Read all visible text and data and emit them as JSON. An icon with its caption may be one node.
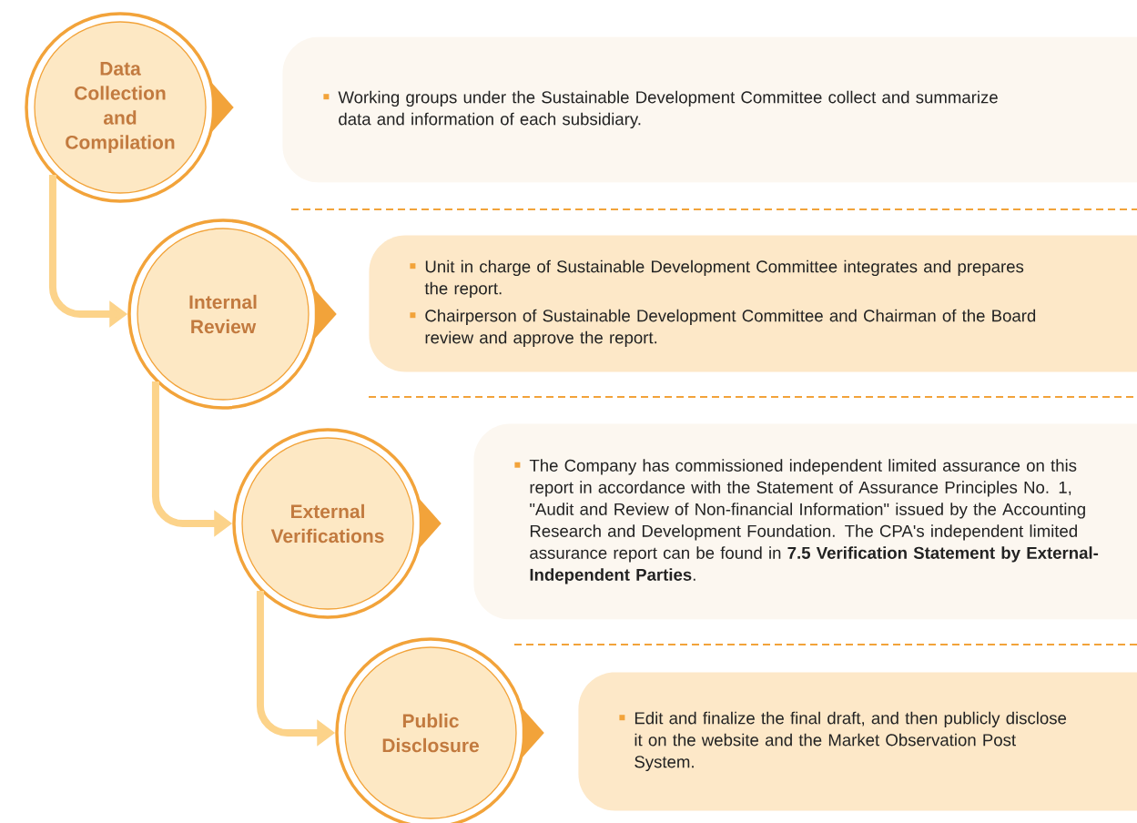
{
  "diagram": {
    "nodes": [
      {
        "text": [
          "Data Collection and Compilation"
        ]
      },
      {
        "text": [
          "Working groups under the Sustainable Development Committee collect and summarize data and information of each subsidiary."
        ]
      },
      {
        "text": [
          "Internal Review"
        ]
      },
      {
        "text": [
          "Unit in charge of Sustainable Development Committee integrates and prepares the report.",
          "Chairperson of Sustainable Development Committee and Chairman of the Board review and approve the report."
        ]
      },
      {
        "text": [
          "External Verifications"
        ]
      },
      {
        "text": [
          "The Company has commissioned independent limited assurance on this report in accordance with the Statement of Assurance Principles No. 1, \"Audit and Review of Non-financial Information\" issued by the Accounting Research and Development Foundation. The CPA's independent limited assurance report can be found in **7.5 Verification Statement by External-Independent Parties**."
        ]
      },
      {
        "text": [
          "Public Disclosure"
        ]
      },
      {
        "text": [
          "Edit and finalize the final draft, and then publicly disclose it on the website and the Market Observation Post System."
        ]
      }
    ],
    "edges": [
      {
        "from": 0,
        "to": 1,
        "arrow": "to"
      },
      {
        "from": 0,
        "to": 2,
        "arrow": "to",
        "color": "#fcd38a"
      },
      {
        "from": 2,
        "to": 3,
        "arrow": "to"
      },
      {
        "from": 2,
        "to": 4,
        "arrow": "to",
        "color": "#fcd38a"
      },
      {
        "from": 4,
        "to": 5,
        "arrow": "to"
      },
      {
        "from": 4,
        "to": 6,
        "arrow": "to",
        "color": "#fcd38a"
      },
      {
        "from": 6,
        "to": 7,
        "arrow": "to"
      }
    ]
  }
}
